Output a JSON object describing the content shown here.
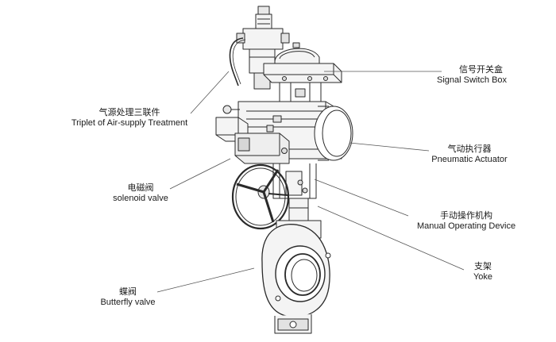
{
  "colors": {
    "line": "#2a2a2a",
    "leader": "#555555",
    "fill_light": "#f4f4f4",
    "fill_mid": "#e2e2e2",
    "fill_dark": "#bdbdbd"
  },
  "labels": {
    "signal_switch_box": {
      "zh": "信号开关盒",
      "en": "Signal Switch Box"
    },
    "air_supply": {
      "zh": "气源处理三联件",
      "en": "Triplet of Air-supply Treatment"
    },
    "pneumatic_actuator": {
      "zh": "气动执行器",
      "en": "Pneumatic Actuator"
    },
    "solenoid_valve": {
      "zh": "电磁阀",
      "en": "solenoid valve"
    },
    "manual_device": {
      "zh": "手动操作机构",
      "en": "Manual Operating Device"
    },
    "yoke": {
      "zh": "支架",
      "en": "Yoke"
    },
    "butterfly_valve": {
      "zh": "蝶阀",
      "en": "Butterfly valve"
    }
  }
}
